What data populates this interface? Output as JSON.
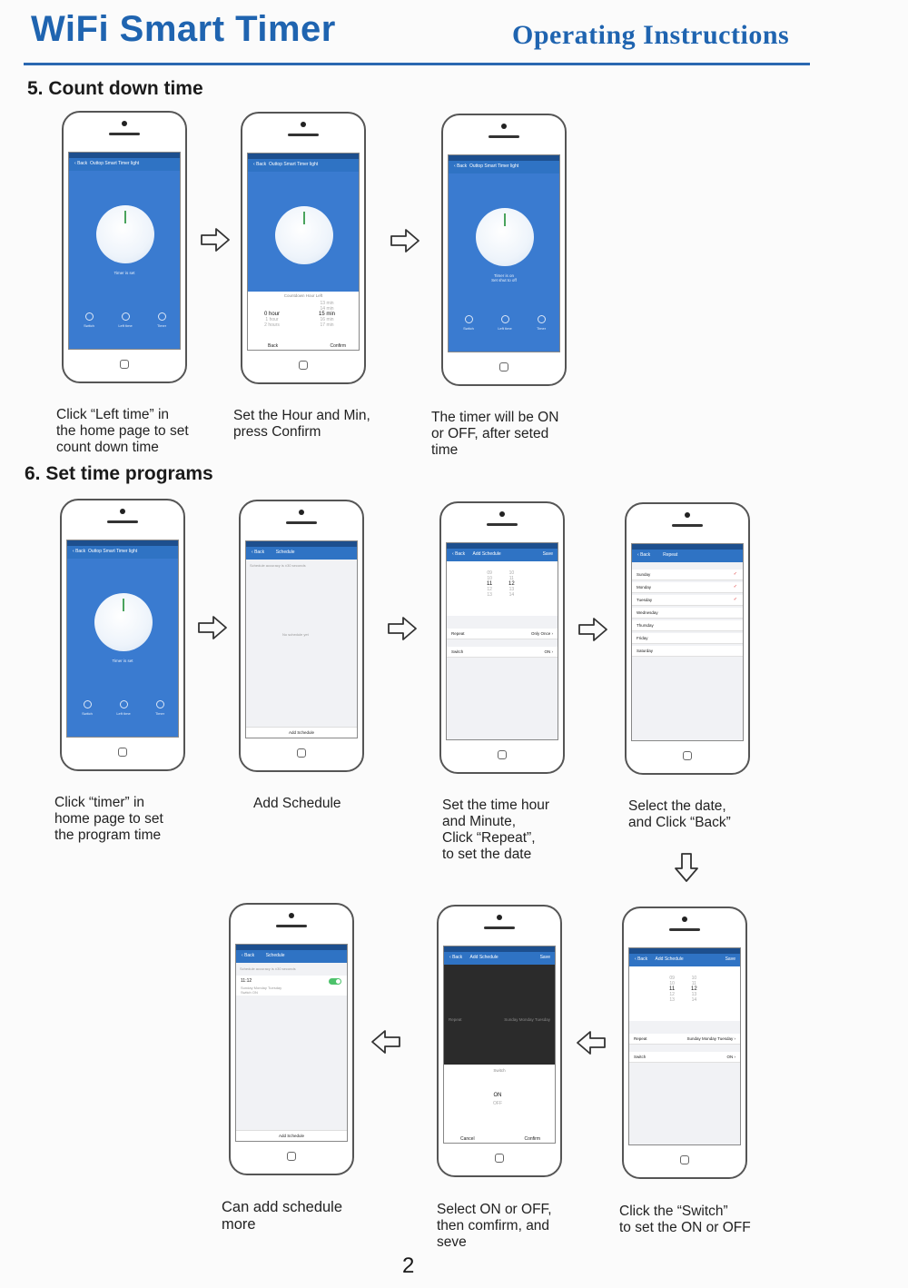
{
  "header": {
    "title": "WiFi Smart Timer",
    "subtitle": "Operating Instructions"
  },
  "sections": {
    "countdown": "5. Count down time",
    "programs": "6. Set time programs"
  },
  "page_number": "2",
  "captions": {
    "c1": "Click “Left time” in\nthe home page to set\ncount down time",
    "c2": "Set the Hour and Min,\npress Confirm",
    "c3": "The timer will be ON\nor OFF, after seted\ntime",
    "p1": "Click “timer” in\nhome page to set\nthe program time",
    "p2": "Add Schedule",
    "p3": "Set the time hour\nand Minute,\nClick “Repeat”,\nto set the date",
    "p4": "Select the date,\nand Click “Back”",
    "p5": "Click the “Switch”\nto set the ON or OFF",
    "p6": "Select ON or OFF,\nthen comfirm, and\nseve",
    "p7": "Can add schedule\nmore"
  },
  "screens": {
    "device_title": "Outtop Smart Timer light",
    "back": "Back",
    "timer_is_set": "Timer is set",
    "timer_is_on": "Timer is on",
    "set_shut": "Set shut to off",
    "icons": {
      "switch": "Switch",
      "left_time": "Left time",
      "timer": "Timer"
    },
    "countdown_left": "Countdown Hour Left",
    "hours": [
      "0 hour",
      "1 hour",
      "2 hours"
    ],
    "mins": [
      "13 min",
      "14 min",
      "15 min",
      "16 min",
      "17 min"
    ],
    "confirm": "Confirm",
    "cancel": "Cancel",
    "schedule": "Schedule",
    "add_schedule": "Add Schedule",
    "save": "Save",
    "schedule_note": "Schedule accuracy is ±30 seconds",
    "no_schedule": "No schedule yet",
    "picker_hours": [
      "09",
      "10",
      "11",
      "12",
      "13"
    ],
    "picker_mins": [
      "10",
      "11",
      "12",
      "13",
      "14"
    ],
    "repeat": "Repeat",
    "only_once": "Only Once",
    "switch_label": "Switch",
    "switch_on": "ON",
    "switch_off": "OFF",
    "days": [
      "Sunday",
      "Monday",
      "Tuesday",
      "Wednesday",
      "Thursday",
      "Friday",
      "Saturday"
    ],
    "repeat_days": "Sunday Monday Tuesday",
    "entry_time": "11:12",
    "entry_days": "Sunday Monday Tuesday",
    "entry_switch": "Switch ON"
  },
  "colors": {
    "brand": "#1f64b0",
    "app_blue": "#3a7bd0",
    "toggle_green": "#4cc26a"
  },
  "icons": [
    "arrow-right-icon",
    "arrow-down-icon",
    "arrow-left-icon"
  ]
}
